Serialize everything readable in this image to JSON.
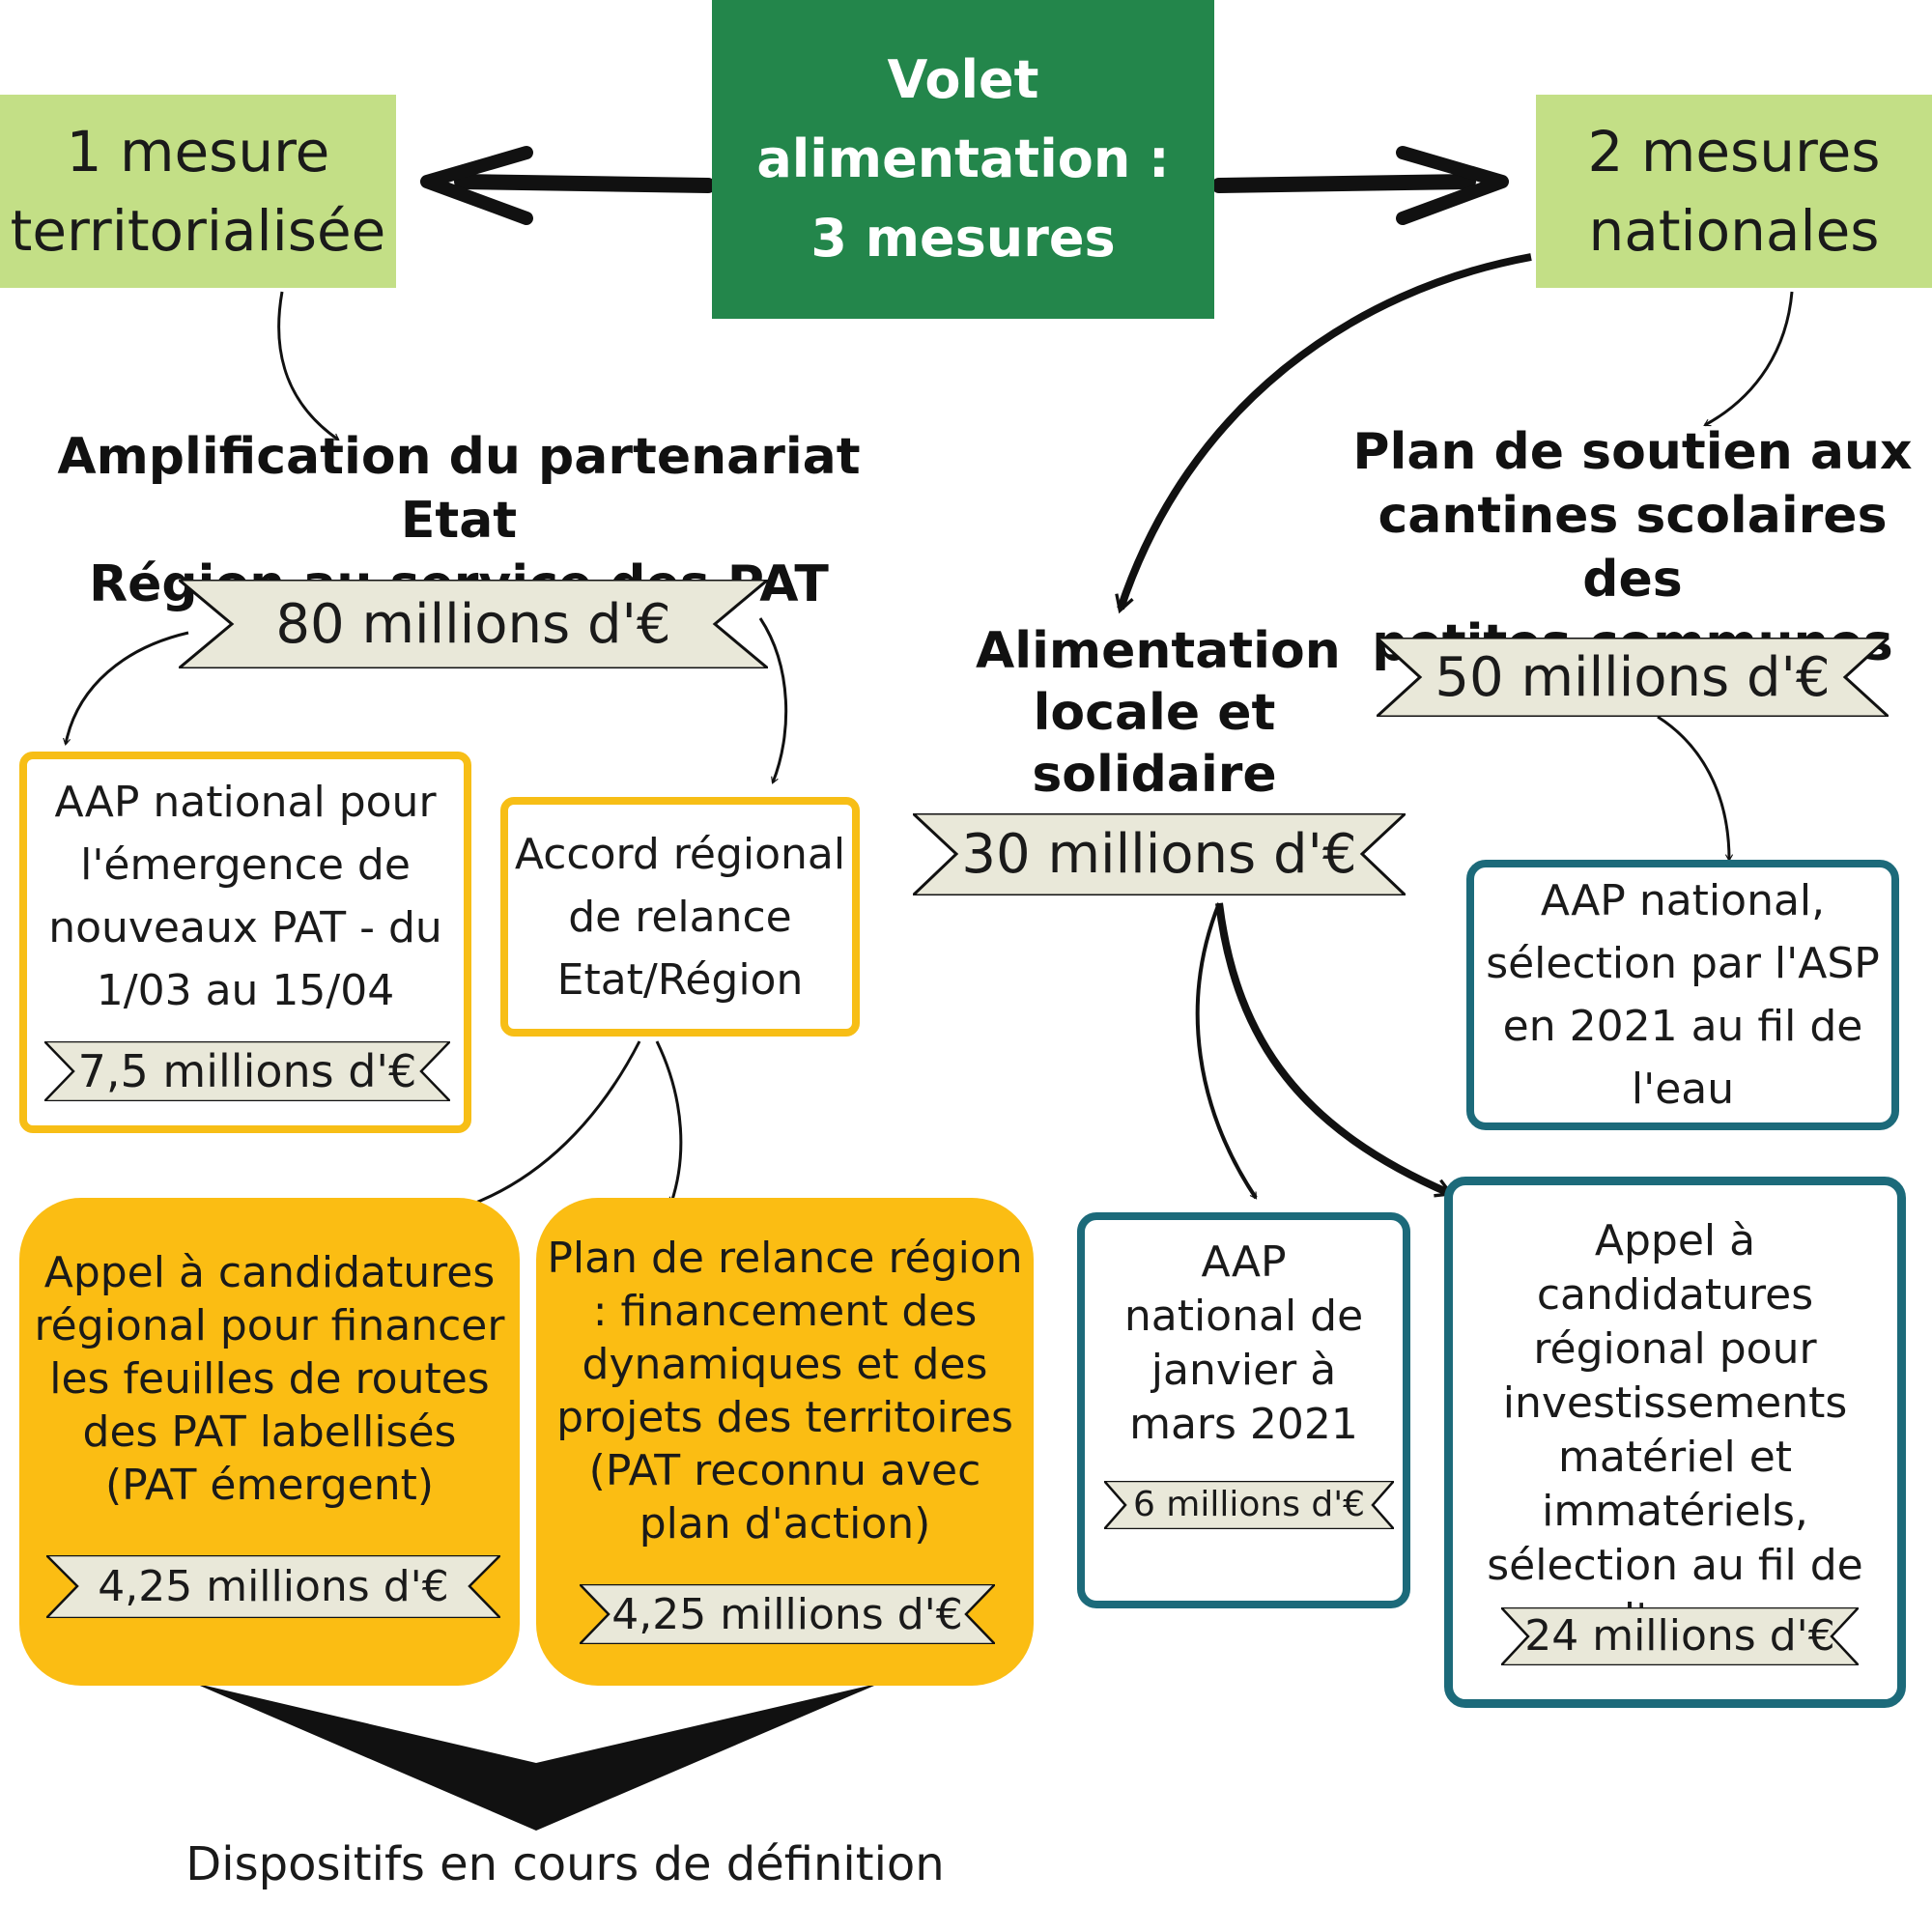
{
  "top": {
    "center_title": [
      "Volet",
      "alimentation :",
      "3 mesures"
    ],
    "left_box": [
      "1 mesure",
      "territorialisée"
    ],
    "right_box": [
      "2 mesures",
      "nationales"
    ]
  },
  "left_branch": {
    "heading": [
      "Amplification du partenariat Etat",
      "Région au service des PAT"
    ],
    "budget": "80 millions d'€",
    "card_aap": {
      "lines": [
        "AAP national pour",
        "l'émergence de",
        "nouveaux PAT - du",
        "1/03 au 15/04"
      ],
      "budget": "7,5 millions d'€"
    },
    "card_accord": {
      "lines": [
        "Accord régional",
        "de relance",
        "Etat/Région"
      ]
    },
    "card_appel": {
      "lines": [
        "Appel à candidatures",
        "régional pour financer",
        "les feuilles de routes",
        "des PAT labellisés",
        "(PAT émergent)"
      ],
      "budget": "4,25 millions d'€"
    },
    "card_plan": {
      "lines": [
        "Plan de relance région",
        ":  financement des",
        "dynamiques et des",
        "projets des territoires",
        "(PAT reconnu avec",
        "plan d'action)"
      ],
      "budget": "4,25 millions d'€"
    },
    "bottom_label": "Dispositifs en cours de définition"
  },
  "middle_branch": {
    "heading": [
      "Alimentation",
      "locale et",
      "solidaire"
    ],
    "budget": "30 millions d'€",
    "card_aap": {
      "lines": [
        "AAP",
        "national de",
        "janvier à",
        "mars 2021"
      ],
      "budget": "6 millions d'€"
    }
  },
  "right_branch": {
    "heading": [
      "Plan de soutien aux",
      "cantines scolaires des",
      "petites communes"
    ],
    "budget": "50 millions d'€",
    "card_aap": {
      "lines": [
        "AAP national,",
        "sélection par l'ASP",
        "en 2021 au fil de",
        "l'eau"
      ]
    },
    "card_appel": {
      "lines": [
        "Appel à candidatures",
        "régional pour",
        "investissements",
        "matériel et",
        "immatériels,",
        "sélection au fil de",
        "l'eau"
      ],
      "budget": "24 millions d'€"
    }
  },
  "colors": {
    "dark_green": "#23864b",
    "light_green": "#c3df86",
    "yellow": "#fbbd13",
    "yellow_outline": "#f7be16",
    "teal": "#1c6a7a",
    "ribbon_fill": "#e9e8d9"
  }
}
